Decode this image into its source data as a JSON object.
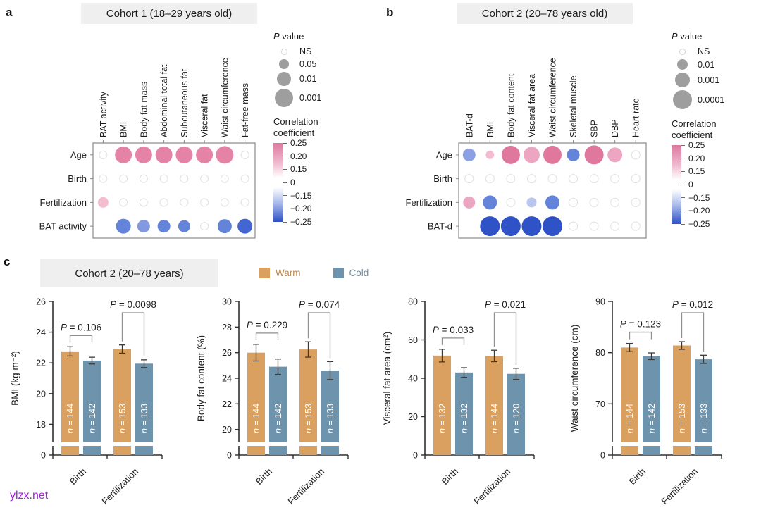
{
  "watermark": "ylzx.net",
  "palette": {
    "pink": "#e583a6",
    "pinkDeep": "#e0789e",
    "pinkLight": "#eda6c2",
    "pinkPale": "#f3bcd0",
    "blue": "#6484d9",
    "blueLight": "#8299df",
    "blueSoft": "#8ba1e3",
    "bluePale": "#b9c7ef",
    "blueDeep": "#4466d2",
    "blueDark": "#2f53c7",
    "ns_stroke": "#e0e0e0",
    "legend_gray": "#9e9e9e",
    "warm": "#d9a05f",
    "cold": "#6e93ac",
    "warm_text": "#c0874a",
    "cold_text": "#6f8ea3",
    "axis": "#2f2f2f",
    "bracket": "#8f8f8f",
    "box_border": "#8a8a8a"
  },
  "panel_a": {
    "label": "a",
    "header": "Cohort 1 (18–29 years old)",
    "pvalue_legend": {
      "title_italic": "P",
      "title_rest": " value",
      "items": [
        {
          "label": "NS",
          "r": 4.5,
          "open": true
        },
        {
          "label": "0.05",
          "r": 7,
          "open": false
        },
        {
          "label": "0.01",
          "r": 10,
          "open": false
        },
        {
          "label": "0.001",
          "r": 13,
          "open": false
        }
      ]
    },
    "colorbar": {
      "title_line1": "Correlation",
      "title_line2": "coefficient",
      "ticks": [
        "0.25",
        "0.20",
        "0.15",
        "0",
        "−0.15",
        "−0.20",
        "−0.25"
      ],
      "gradient": [
        "#dc79a0",
        "#f0bcd0",
        "#ffffff",
        "#ffffff",
        "#a9bbeb",
        "#2d50c5"
      ],
      "gradient_pos": [
        0,
        26,
        44,
        56,
        76,
        100
      ]
    }
  },
  "panel_b": {
    "label": "b",
    "header": "Cohort 2 (20–78 years old)",
    "pvalue_legend": {
      "title_italic": "P",
      "title_rest": " value",
      "items": [
        {
          "label": "NS",
          "r": 4.5,
          "open": true
        },
        {
          "label": "0.01",
          "r": 7.5,
          "open": false
        },
        {
          "label": "0.001",
          "r": 10.5,
          "open": false
        },
        {
          "label": "0.0001",
          "r": 13.5,
          "open": false
        }
      ]
    },
    "colorbar": {
      "title_line1": "Correlation",
      "title_line2": "coefficient",
      "ticks": [
        "0.25",
        "0.20",
        "0.15",
        "0",
        "−0.15",
        "−0.20",
        "−0.25"
      ],
      "gradient": [
        "#dc79a0",
        "#f0bcd0",
        "#ffffff",
        "#ffffff",
        "#a9bbeb",
        "#2d50c5"
      ],
      "gradient_pos": [
        0,
        26,
        44,
        56,
        76,
        100
      ]
    }
  },
  "panel_c": {
    "label": "c",
    "header": "Cohort 2 (20–78 years)",
    "legend": [
      {
        "name": "Warm",
        "color_key": "warm",
        "text_key": "warm_text"
      },
      {
        "name": "Cold",
        "color_key": "cold",
        "text_key": "cold_text"
      }
    ]
  },
  "chart_data": [
    {
      "type": "bubble-matrix",
      "panel": "a",
      "columns": [
        "BAT activity",
        "BMI",
        "Body fat mass",
        "Abdominal total fat",
        "Subcutaneous fat",
        "Visceral fat",
        "Waist circumference",
        "Fat-free mass"
      ],
      "rows": [
        "Age",
        "Birth",
        "Fertilization",
        "BAT activity"
      ],
      "ns_r": 5.5,
      "cells": [
        [
          "ns",
          [
            12,
            "pink"
          ],
          [
            12,
            "pink"
          ],
          [
            12,
            "pink"
          ],
          [
            12,
            "pink"
          ],
          [
            12,
            "pink"
          ],
          [
            12.5,
            "pink"
          ],
          "ns"
        ],
        [
          "ns",
          "ns",
          "ns",
          "ns",
          "ns",
          "ns",
          "ns",
          "ns"
        ],
        [
          [
            7.5,
            "pinkPale"
          ],
          "ns",
          "ns",
          "ns",
          "ns",
          "ns",
          "ns",
          "ns"
        ],
        [
          null,
          [
            10.5,
            "blue"
          ],
          [
            9,
            "blueLight"
          ],
          [
            9,
            "blue"
          ],
          [
            8.5,
            "blue"
          ],
          "ns",
          [
            10,
            "blue"
          ],
          [
            10.5,
            "blueDeep"
          ]
        ]
      ]
    },
    {
      "type": "bubble-matrix",
      "panel": "b",
      "columns": [
        "BAT-d",
        "BMI",
        "Body fat content",
        "Visceral fat area",
        "Waist circumference",
        "Skeletal muscle",
        "SBP",
        "DBP",
        "Heart rate"
      ],
      "rows": [
        "Age",
        "Birth",
        "Fertilization",
        "BAT-d"
      ],
      "ns_r": 6,
      "cells": [
        [
          [
            9,
            "blueSoft"
          ],
          [
            6,
            "pinkPale"
          ],
          [
            13,
            "pinkDeep"
          ],
          [
            11.5,
            "pinkLight"
          ],
          [
            13,
            "pinkDeep"
          ],
          [
            9,
            "blue"
          ],
          [
            13.5,
            "pinkDeep"
          ],
          [
            10.5,
            "pinkLight"
          ],
          "ns"
        ],
        [
          "ns",
          "ns",
          "ns",
          "ns",
          "ns",
          "ns",
          "ns",
          "ns",
          "ns"
        ],
        [
          [
            8.5,
            "pinkLight"
          ],
          [
            10,
            "blue"
          ],
          "ns",
          [
            7,
            "bluePale"
          ],
          [
            10,
            "blue"
          ],
          "ns",
          "ns",
          "ns",
          "ns"
        ],
        [
          null,
          [
            14,
            "blueDark"
          ],
          [
            14,
            "blueDark"
          ],
          [
            14,
            "blueDark"
          ],
          [
            14,
            "blueDark"
          ],
          "ns",
          "ns",
          "ns",
          "ns"
        ]
      ]
    },
    {
      "type": "bar",
      "ylabel": "BMI (kg m⁻²)",
      "yticks": [
        26,
        24,
        22,
        20,
        18,
        0
      ],
      "axis_break": true,
      "groups": [
        "Birth",
        "Fertilization"
      ],
      "series": [
        {
          "name": "Warm"
        },
        {
          "name": "Cold"
        }
      ],
      "bars": [
        {
          "group": "Birth",
          "series": "Warm",
          "value": 22.75,
          "err": 0.3,
          "n_label": "n = 144"
        },
        {
          "group": "Birth",
          "series": "Cold",
          "value": 22.15,
          "err": 0.22,
          "n_label": "n = 142"
        },
        {
          "group": "Fertilization",
          "series": "Warm",
          "value": 22.9,
          "err": 0.27,
          "n_label": "n = 153"
        },
        {
          "group": "Fertilization",
          "series": "Cold",
          "value": 21.95,
          "err": 0.25,
          "n_label": "n = 133"
        }
      ],
      "p_values": [
        {
          "group": "Birth",
          "label": "P = 0.106"
        },
        {
          "group": "Fertilization",
          "label": "P = 0.0098"
        }
      ]
    },
    {
      "type": "bar",
      "ylabel": "Body fat content (%)",
      "yticks": [
        30,
        28,
        26,
        24,
        22,
        20,
        0
      ],
      "axis_break": true,
      "groups": [
        "Birth",
        "Fertilization"
      ],
      "series": [
        {
          "name": "Warm"
        },
        {
          "name": "Cold"
        }
      ],
      "bars": [
        {
          "group": "Birth",
          "series": "Warm",
          "value": 26.0,
          "err": 0.65,
          "n_label": "n = 144"
        },
        {
          "group": "Birth",
          "series": "Cold",
          "value": 24.9,
          "err": 0.6,
          "n_label": "n = 142"
        },
        {
          "group": "Fertilization",
          "series": "Warm",
          "value": 26.25,
          "err": 0.6,
          "n_label": "n = 153"
        },
        {
          "group": "Fertilization",
          "series": "Cold",
          "value": 24.6,
          "err": 0.7,
          "n_label": "n = 133"
        }
      ],
      "p_values": [
        {
          "group": "Birth",
          "label": "P = 0.229"
        },
        {
          "group": "Fertilization",
          "label": "P = 0.074"
        }
      ]
    },
    {
      "type": "bar",
      "ylabel": "Visceral fat area (cm²)",
      "yticks": [
        80,
        60,
        40,
        20,
        0
      ],
      "axis_break": false,
      "groups": [
        "Birth",
        "Fertilization"
      ],
      "series": [
        {
          "name": "Warm"
        },
        {
          "name": "Cold"
        }
      ],
      "bars": [
        {
          "group": "Birth",
          "series": "Warm",
          "value": 51.8,
          "err": 3.3,
          "n_label": "n = 132"
        },
        {
          "group": "Birth",
          "series": "Cold",
          "value": 43.0,
          "err": 2.5,
          "n_label": "n = 132"
        },
        {
          "group": "Fertilization",
          "series": "Warm",
          "value": 51.6,
          "err": 3.0,
          "n_label": "n = 144"
        },
        {
          "group": "Fertilization",
          "series": "Cold",
          "value": 42.3,
          "err": 2.9,
          "n_label": "n = 120"
        }
      ],
      "p_values": [
        {
          "group": "Birth",
          "label": "P = 0.033"
        },
        {
          "group": "Fertilization",
          "label": "P = 0.021"
        }
      ]
    },
    {
      "type": "bar",
      "ylabel": "Waist circumference (cm)",
      "yticks": [
        90,
        80,
        70,
        0
      ],
      "axis_break": true,
      "groups": [
        "Birth",
        "Fertilization"
      ],
      "series": [
        {
          "name": "Warm"
        },
        {
          "name": "Cold"
        }
      ],
      "bars": [
        {
          "group": "Birth",
          "series": "Warm",
          "value": 81.0,
          "err": 0.8,
          "n_label": "n = 144"
        },
        {
          "group": "Birth",
          "series": "Cold",
          "value": 79.3,
          "err": 0.65,
          "n_label": "n = 142"
        },
        {
          "group": "Fertilization",
          "series": "Warm",
          "value": 81.4,
          "err": 0.75,
          "n_label": "n = 153"
        },
        {
          "group": "Fertilization",
          "series": "Cold",
          "value": 78.7,
          "err": 0.8,
          "n_label": "n = 133"
        }
      ],
      "p_values": [
        {
          "group": "Birth",
          "label": "P = 0.123"
        },
        {
          "group": "Fertilization",
          "label": "P = 0.012"
        }
      ]
    }
  ]
}
